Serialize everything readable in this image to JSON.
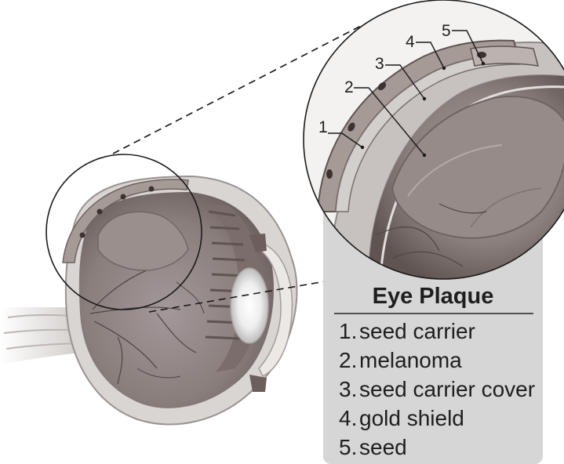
{
  "title": "Eye Plaque",
  "legend": [
    {
      "number": "1.",
      "label": "seed carrier"
    },
    {
      "number": "2.",
      "label": "melanoma"
    },
    {
      "number": "3.",
      "label": "seed carrier cover"
    },
    {
      "number": "4.",
      "label": "gold shield"
    },
    {
      "number": "5.",
      "label": "seed"
    }
  ],
  "callouts": [
    "1",
    "2",
    "3",
    "4",
    "5"
  ],
  "colors": {
    "legend_background": "#d6d6d6",
    "tissue": "#8f8280",
    "tissue_dark": "#5e514f",
    "sclera": "#c7c2bf",
    "plaque": "#a69a96",
    "text": "#1e1e1e"
  }
}
